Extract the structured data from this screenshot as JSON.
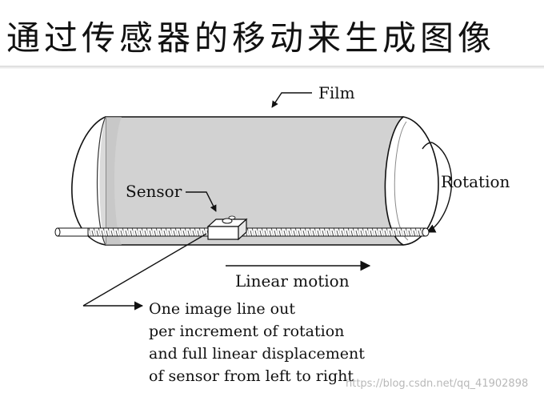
{
  "title": "通过传感器的移动来生成图像",
  "labels": {
    "film": "Film",
    "rotation": "Rotation",
    "sensor": "Sensor",
    "linear_motion": "Linear motion"
  },
  "caption": {
    "line1": "One image line out",
    "line2": "per increment of rotation",
    "line3": "and full linear displacement",
    "line4": "of sensor from left to right"
  },
  "watermark": "https://blog.csdn.net/qq_41902898",
  "colors": {
    "drum": "#d2d2d2",
    "drum_edge": "#b5b5b5",
    "line": "#111111",
    "background": "#ffffff"
  }
}
